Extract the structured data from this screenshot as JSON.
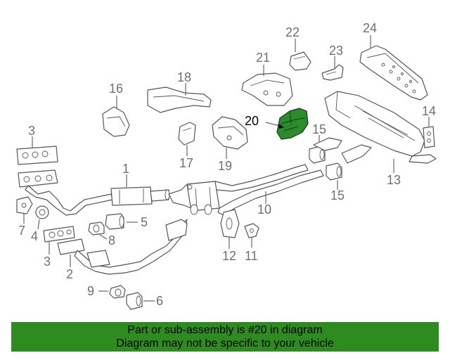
{
  "callouts": {
    "c1": "1",
    "c2": "2",
    "c3a": "3",
    "c3b": "3",
    "c4": "4",
    "c5": "5",
    "c6": "6",
    "c7": "7",
    "c8": "8",
    "c9": "9",
    "c10": "10",
    "c11": "11",
    "c12": "12",
    "c13": "13",
    "c14": "14",
    "c15a": "15",
    "c15b": "15",
    "c16": "16",
    "c17": "17",
    "c18": "18",
    "c19": "19",
    "c20": "20",
    "c21": "21",
    "c22": "22",
    "c23": "23",
    "c24": "24"
  },
  "highlight": {
    "part_number": "20",
    "color": "#2d8a2d"
  },
  "banner": {
    "line1": "Part or sub-assembly is #20 in diagram",
    "line2": "Diagram may not be specific to your vehicle",
    "color": "#2e8b1f"
  }
}
